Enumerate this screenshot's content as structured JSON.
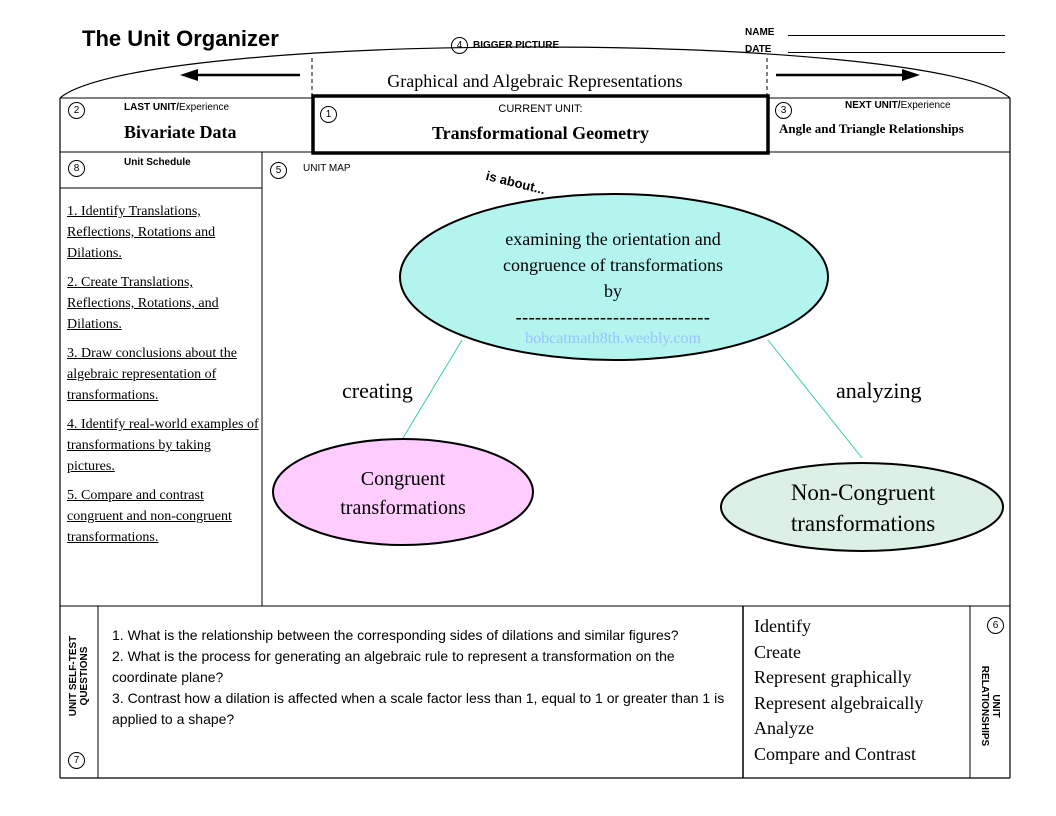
{
  "title": "The Unit Organizer",
  "name_label": "NAME",
  "date_label": "DATE",
  "bigger_picture": {
    "number": "4",
    "label": "BIGGER PICTURE",
    "text": "Graphical and Algebraic Representations"
  },
  "last_unit": {
    "number": "2",
    "label_bold": "LAST UNIT/",
    "label_light": "Experience",
    "value": "Bivariate Data"
  },
  "current_unit": {
    "number": "1",
    "label": "CURRENT UNIT:",
    "value": "Transformational Geometry"
  },
  "next_unit": {
    "number": "3",
    "label_bold": "NEXT UNIT/",
    "label_light": "Experience",
    "value": "Angle and Triangle Relationships"
  },
  "schedule": {
    "number": "8",
    "label": "Unit Schedule",
    "items": [
      "1. Identify Translations, Reflections, Rotations and Dilations.",
      "2.  Create Translations, Reflections, Rotations, and Dilations.",
      "3.  Draw conclusions about the algebraic representation of transformations.",
      "4.  Identify real-world examples of transformations by taking pictures.",
      "5.  Compare and contrast congruent and non-congruent transformations."
    ]
  },
  "unit_map": {
    "number": "5",
    "label": "UNIT MAP",
    "is_about": "is about...",
    "main_lines": [
      "examining the orientation and",
      "congruence of transformations",
      "by",
      "------------------------------"
    ],
    "watermark": "bobcatmath8th.weebly.com",
    "left_connector": "creating",
    "right_connector": "analyzing",
    "left_node": [
      "Congruent",
      "transformations"
    ],
    "right_node": [
      "Non-Congruent",
      "transformations"
    ],
    "colors": {
      "main": "#b3f5ee",
      "left": "#ffccff",
      "right": "#dcf0e6",
      "connector": "#33ccaa",
      "watermark": "#99c2ff"
    }
  },
  "self_test": {
    "number": "7",
    "label": [
      "UNIT SELF-TEST",
      "QUESTIONS"
    ],
    "questions": [
      "1.  What is the relationship between the corresponding sides of dilations and similar figures?",
      "2.  What is the process for generating an algebraic rule to represent a transformation on the coordinate plane?",
      "3.  Contrast how a dilation is affected when a scale factor less than 1, equal to 1 or greater than 1 is applied to a shape?"
    ]
  },
  "relationships": {
    "number": "6",
    "label": [
      "UNIT",
      "RELATIONSHIPS"
    ],
    "items": [
      "Identify",
      "Create",
      "Represent graphically",
      "Represent algebraically",
      "Analyze",
      "Compare and Contrast"
    ]
  }
}
